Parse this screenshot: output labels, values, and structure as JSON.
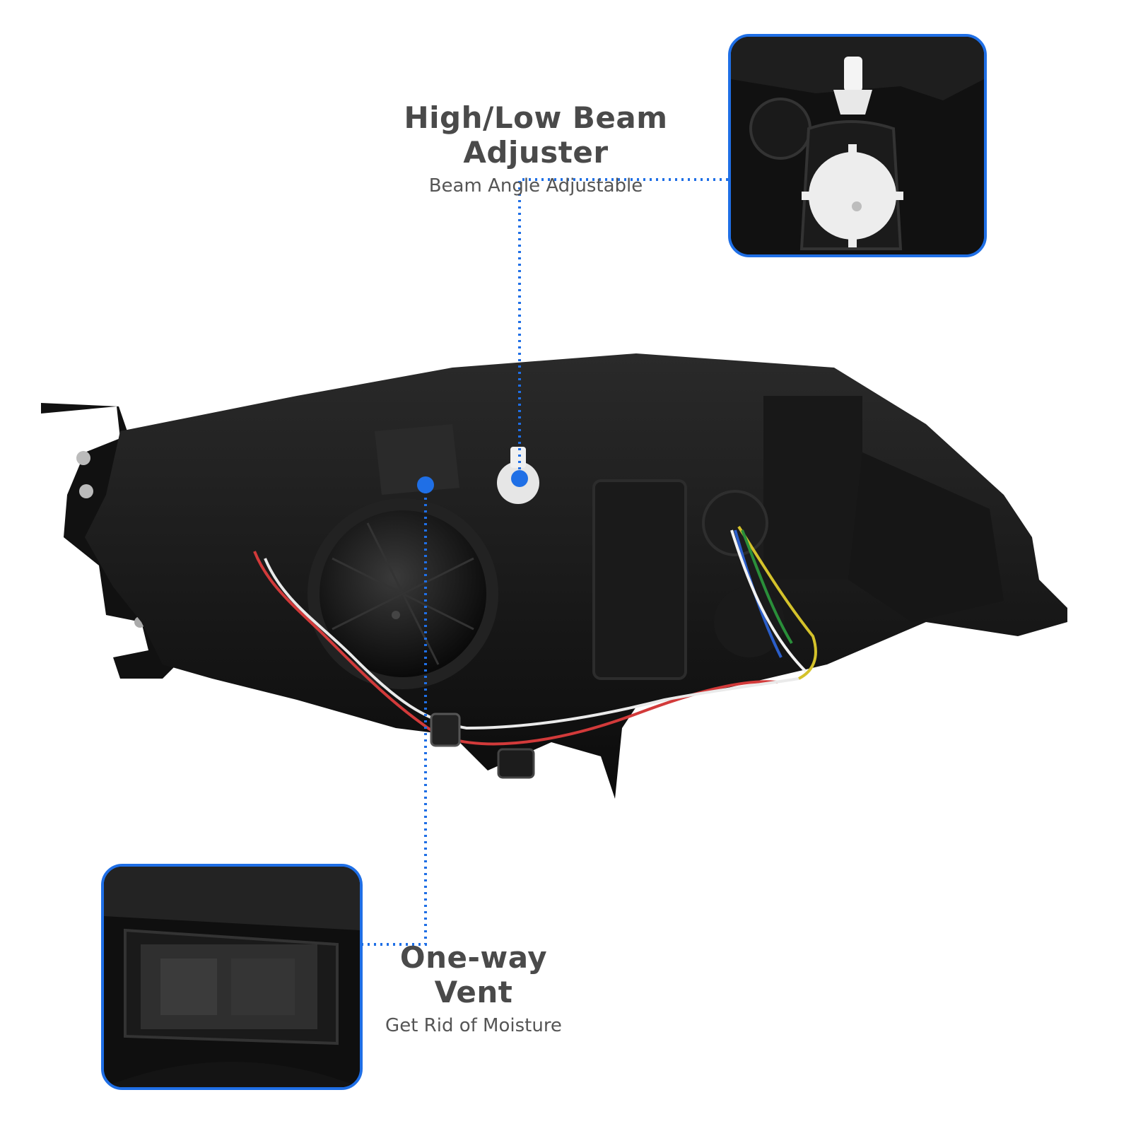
{
  "callouts": [
    {
      "title": "High/Low Beam Adjuster",
      "subtitle": "Beam Angle Adjustable"
    },
    {
      "title": "One-way Vent",
      "subtitle": "Get Rid of Moisture"
    }
  ],
  "colors": {
    "accent": "#1f6fe6",
    "text": "#4a4a4a",
    "housing": "#141414"
  }
}
